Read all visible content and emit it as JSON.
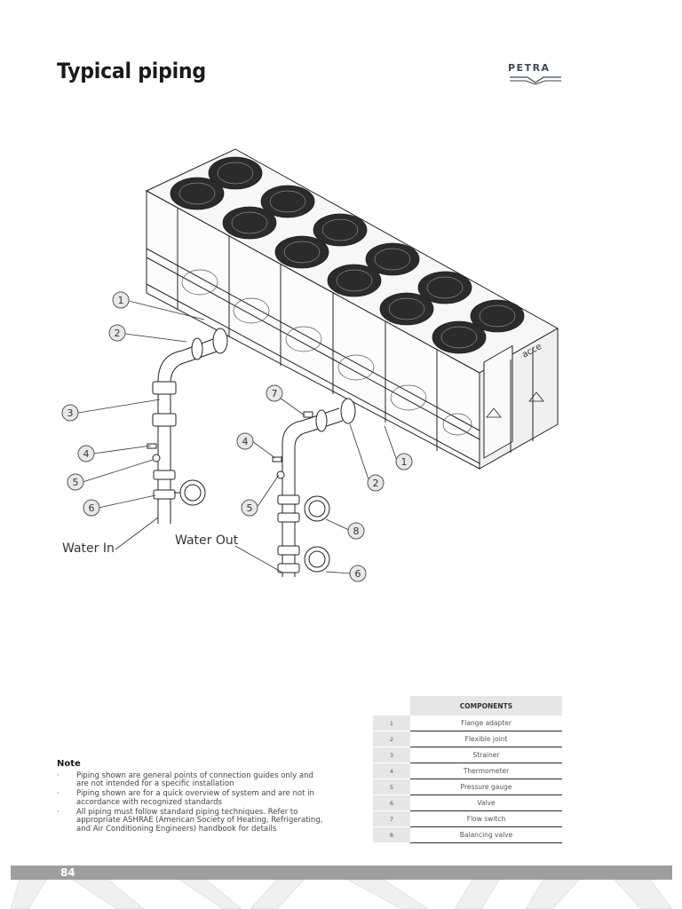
{
  "header": {
    "title": "Typical piping",
    "logo_text": "PETRA"
  },
  "diagram": {
    "unit_brand": "acce",
    "callouts_left": [
      "1",
      "2",
      "3",
      "4",
      "5",
      "6"
    ],
    "callouts_right": [
      "7",
      "4",
      "5",
      "8",
      "6",
      "2",
      "1"
    ],
    "water_in_label": "Water In",
    "water_out_label": "Water Out"
  },
  "note": {
    "title": "Note",
    "items": [
      "Piping shown are general points of connection guides only and are not intended for a specific installation",
      "Piping shown are for a quick overview of system and    are not in accordance with recognized standards",
      "All piping must follow standard piping techniques. Refer to appropriate ASHRAE (American Society of Heating, Refrigerating, and Air Conditioning Engineers) handbook for details"
    ]
  },
  "components": {
    "header": "COMPONENTS",
    "rows": [
      {
        "num": "1",
        "name": "Flange adapter"
      },
      {
        "num": "2",
        "name": "Flexible joint"
      },
      {
        "num": "3",
        "name": "Strainer"
      },
      {
        "num": "4",
        "name": "Thermometer"
      },
      {
        "num": "5",
        "name": "Pressure gauge"
      },
      {
        "num": "6",
        "name": "Valve"
      },
      {
        "num": "7",
        "name": "Flow switch"
      },
      {
        "num": "8",
        "name": "Balancing valve"
      }
    ]
  },
  "footer": {
    "page_number": "84"
  },
  "colors": {
    "footer_band": "#9e9e9e",
    "table_shade": "#e6e6e6",
    "logo": "#3b4a5a"
  }
}
